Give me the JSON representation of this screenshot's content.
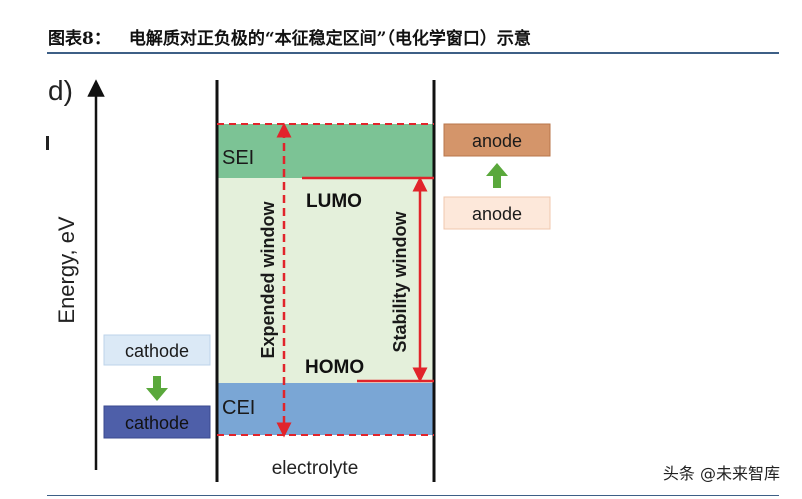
{
  "figure": {
    "number": "图表8：",
    "title": "电解质对正负极的“本征稳定区间”（电化学窗口）示意"
  },
  "panel_label": "d)",
  "axis_label": "Energy, eV",
  "electrolyte_label": "electrolyte",
  "layers": {
    "sei": "SEI",
    "cei": "CEI"
  },
  "levels": {
    "lumo": "LUMO",
    "homo": "HOMO"
  },
  "windows": {
    "expanded": "Expended window",
    "stability": "Stability window"
  },
  "anode": {
    "upper": "anode",
    "lower": "anode"
  },
  "cathode": {
    "upper": "cathode",
    "lower": "cathode"
  },
  "watermark": "头条 @未来智库",
  "colors": {
    "sei": "#7cc395",
    "window_bg": "#e4f0db",
    "cei": "#7aa6d5",
    "red": "#e1242b",
    "anode_dark": "#d4956a",
    "anode_light": "#fde8da",
    "cathode_light": "#dbe9f6",
    "cathode_dark": "#4e5fa9",
    "green_arrow": "#5aa83c",
    "rule": "#3d5f86"
  }
}
